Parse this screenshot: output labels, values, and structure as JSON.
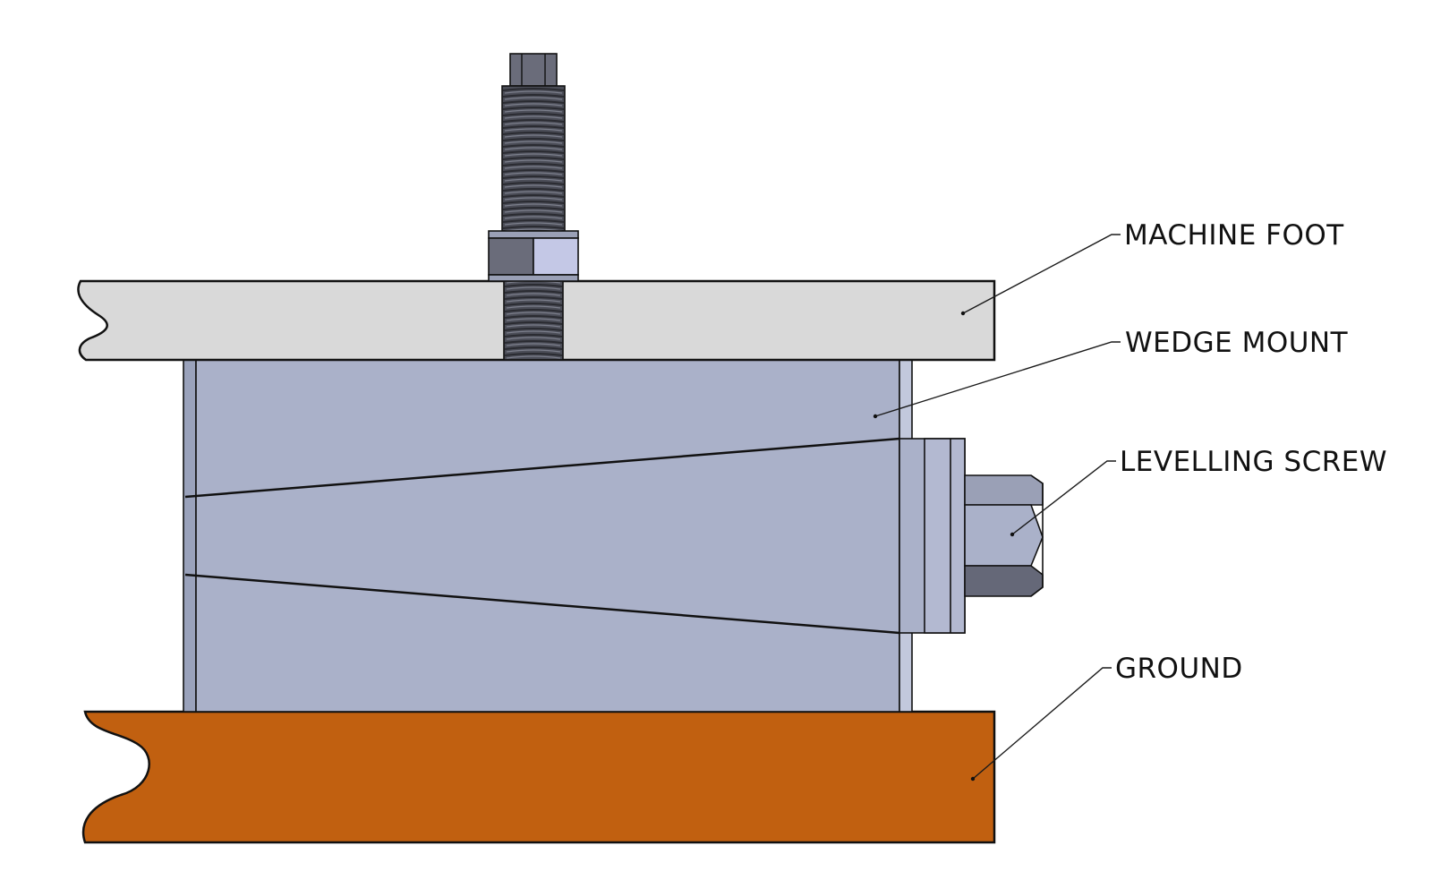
{
  "labels": {
    "machine_foot": "MACHINE FOOT",
    "wedge_mount": "WEDGE MOUNT",
    "levelling_screw": "LEVELLING SCREW",
    "ground": "GROUND"
  },
  "colors": {
    "machine_foot": "#d9d9d9",
    "wedge_body": "#aab1c9",
    "wedge_edge": "#c2c8dc",
    "bolt_dark": "#4b4d57",
    "nut_light": "#c4c8e6",
    "nut_dark": "#6a6c7a",
    "ground": "#c16010",
    "screw_head_light": "#aab1c9",
    "screw_head_dark": "#656878"
  }
}
